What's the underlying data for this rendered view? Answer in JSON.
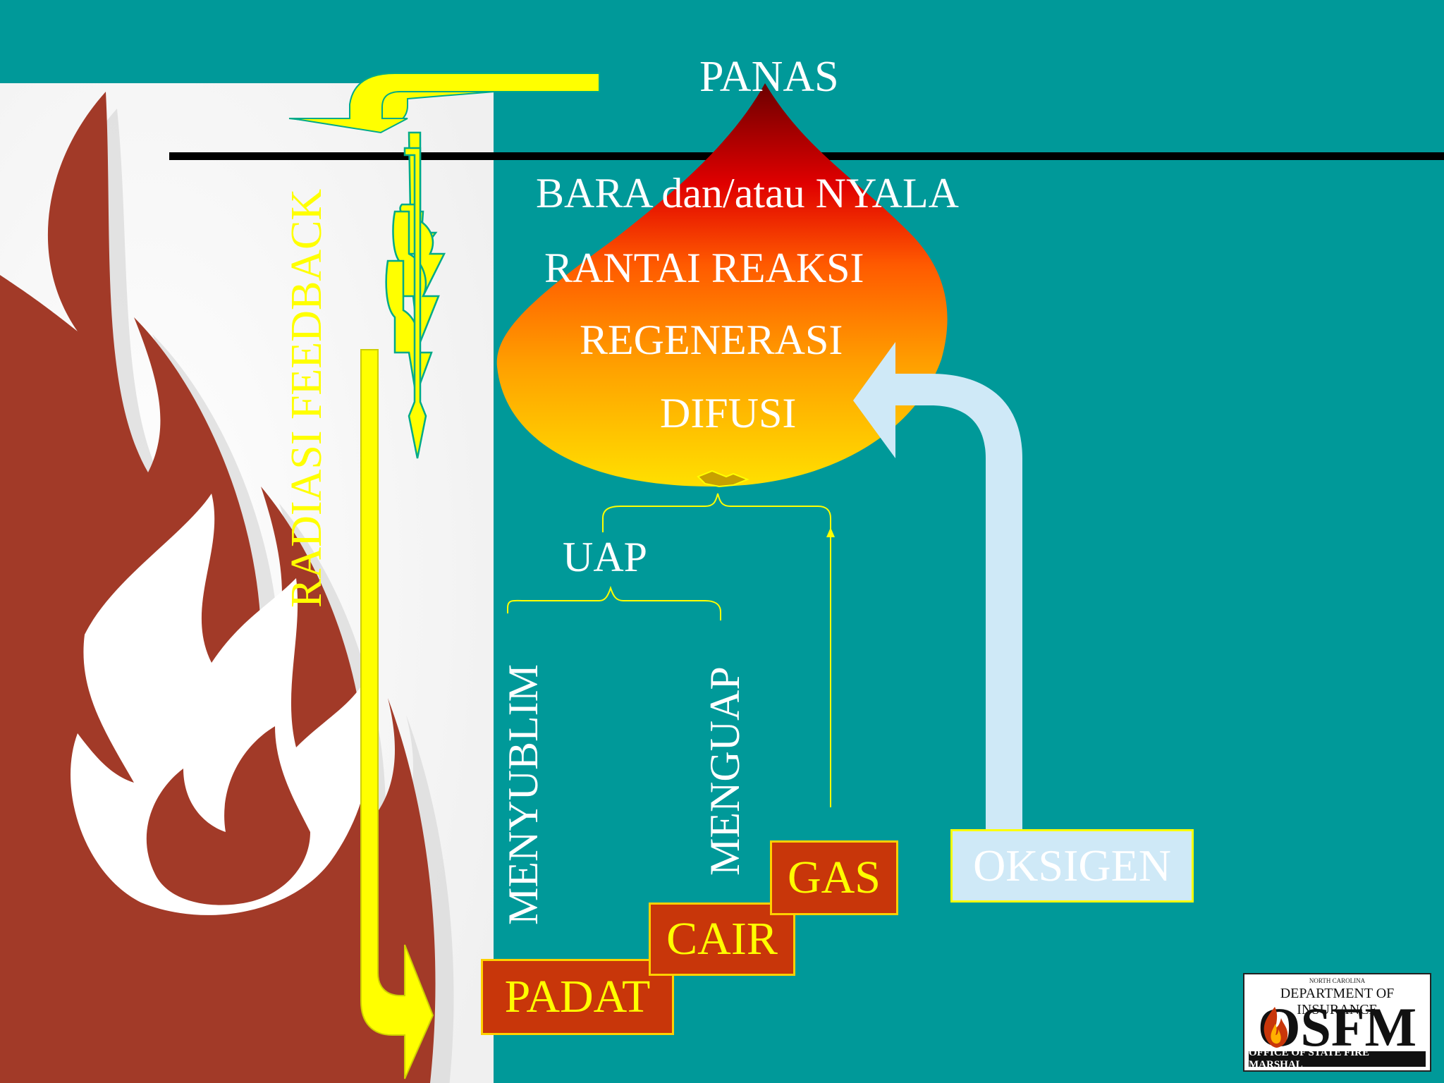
{
  "colors": {
    "background": "#009999",
    "flame_panel": "#ffffff",
    "flame": "#a23a28",
    "feedback_arrow": "#ffff00",
    "state_box": "#c8360a",
    "oxygen_arrow": "#cfe9f7",
    "text_light": "#ffffff",
    "text_accent": "#ffff00"
  },
  "diagram": {
    "heat_label": "PANAS",
    "ember_label": "BARA dan/atau NYALA",
    "chain_label": "RANTAI REAKSI",
    "regen_label": "REGENERASI",
    "diffusion_label": "DIFUSI",
    "vapor_label": "UAP",
    "sublimate_label": "MENYUBLIM",
    "evaporate_label": "MENGUAP",
    "feedback_label": "RADIASI FEEDBACK",
    "states": {
      "solid": "PADAT",
      "liquid": "CAIR",
      "gas": "GAS"
    },
    "oxygen_label": "OKSIGEN"
  },
  "logo": {
    "top_text": "NORTH CAROLINA",
    "dept_text": "DEPARTMENT OF INSURANCE",
    "acronym": "OSFM",
    "bottom_text": "OFFICE OF STATE FIRE MARSHAL"
  }
}
